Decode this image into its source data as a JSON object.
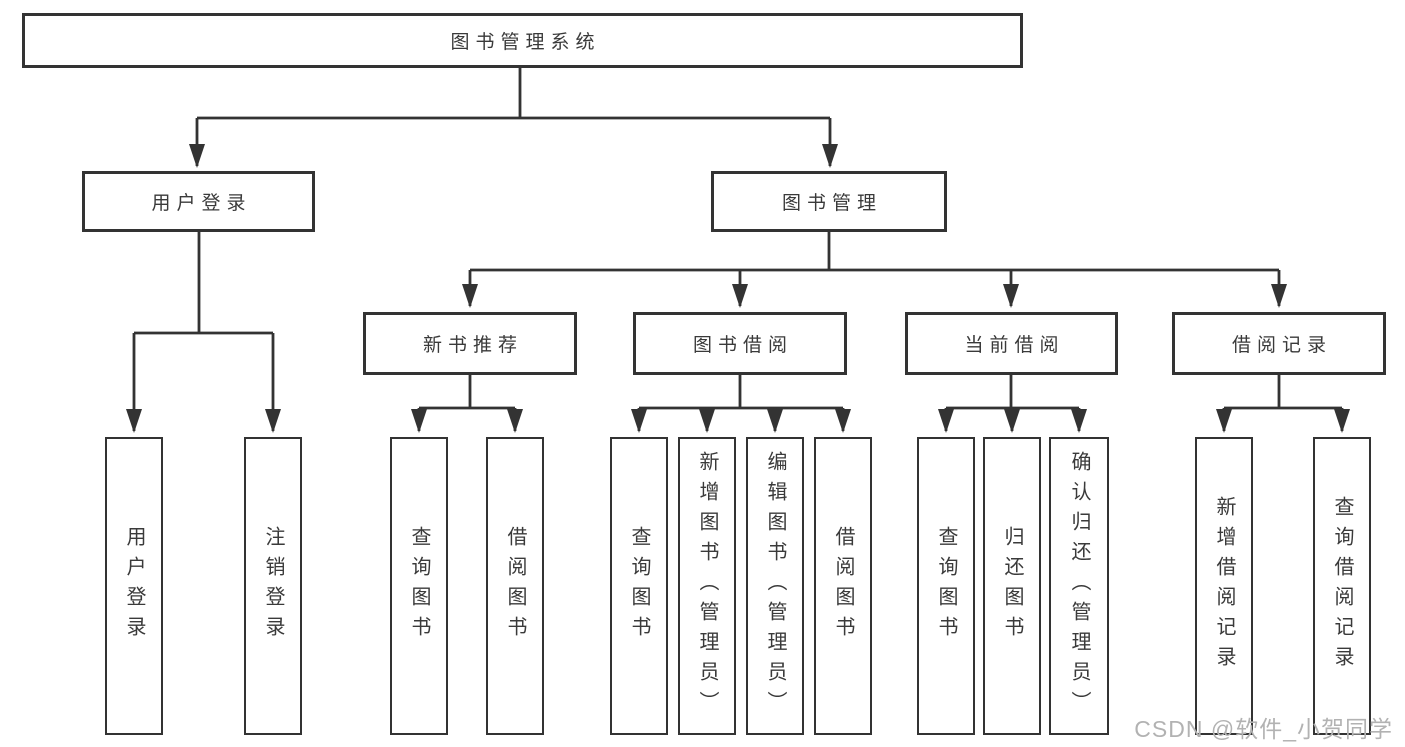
{
  "colors": {
    "line": "#333333",
    "box_border": "#333333",
    "text": "#3a3a3a",
    "watermark": "#b2b2b2",
    "background": "#ffffff"
  },
  "tree": {
    "root": {
      "label": "图书管理系统"
    },
    "branches": [
      {
        "label": "用户登录",
        "children": [
          "用户登录",
          "注销登录"
        ]
      },
      {
        "label": "图书管理",
        "sections": [
          {
            "label": "新书推荐",
            "children": [
              "查询图书",
              "借阅图书"
            ]
          },
          {
            "label": "图书借阅",
            "children": [
              "查询图书",
              "新增图书（管理员）",
              "编辑图书（管理员）",
              "借阅图书"
            ]
          },
          {
            "label": "当前借阅",
            "children": [
              "查询图书",
              "归还图书",
              "确认归还（管理员）"
            ]
          },
          {
            "label": "借阅记录",
            "children": [
              "新增借阅记录",
              "查询借阅记录"
            ]
          }
        ]
      }
    ]
  },
  "watermark": "CSDN @软件_小贺同学"
}
